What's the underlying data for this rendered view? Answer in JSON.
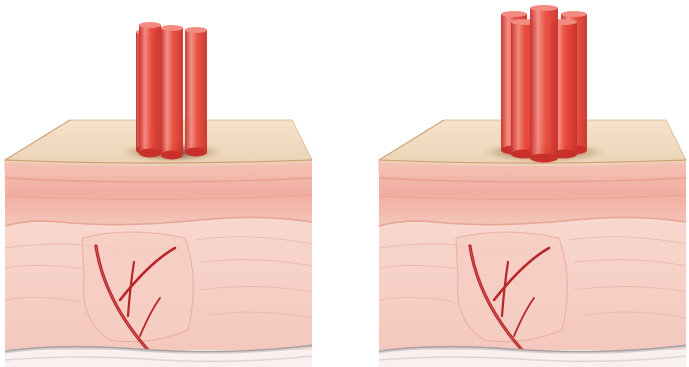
{
  "figure": {
    "panels": [
      {
        "id": "left",
        "beam": {
          "rod_count": 4,
          "rod_color": "#e94b3c",
          "rod_highlight": "#f28b80",
          "rod_shadow": "#c9302a",
          "intensity": "lower"
        },
        "tissue": {
          "surface_color": "#f2d7b9",
          "epidermis_color": "#f3b6a8",
          "dermis_color": "#f7d1c8",
          "vessel_color": "#b8262a"
        }
      },
      {
        "id": "right",
        "beam": {
          "rod_count": 5,
          "rod_color": "#e94b3c",
          "rod_highlight": "#f28b80",
          "rod_shadow": "#c9302a",
          "intensity": "higher"
        },
        "tissue": {
          "surface_color": "#f2d7b9",
          "epidermis_color": "#f3b6a8",
          "dermis_color": "#f7d1c8",
          "vessel_color": "#b8262a"
        }
      }
    ]
  }
}
